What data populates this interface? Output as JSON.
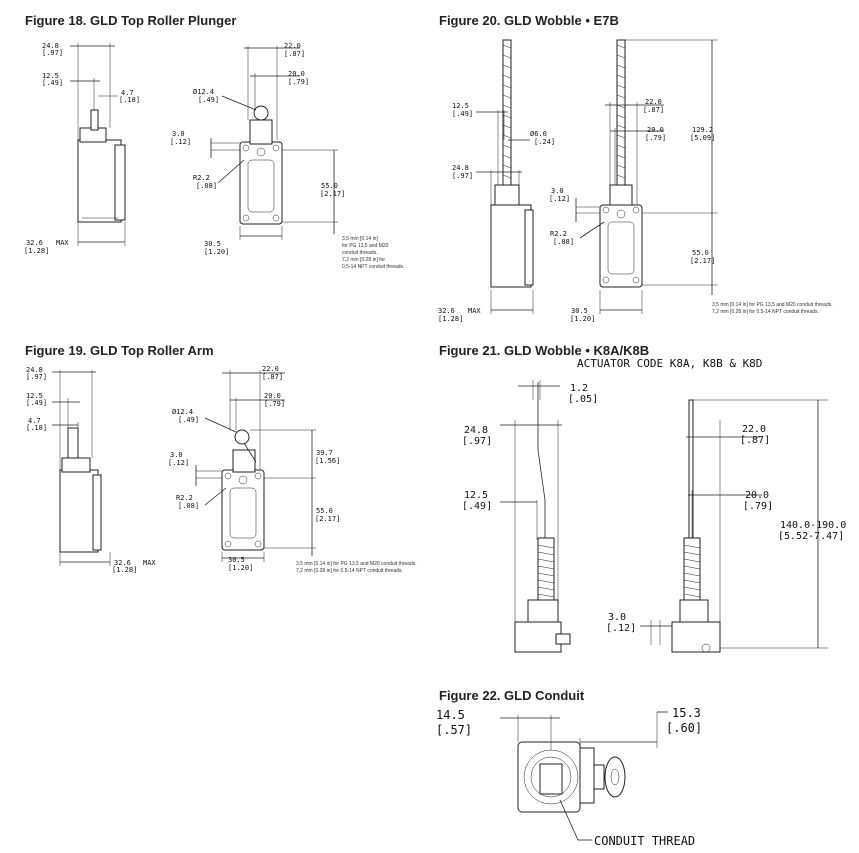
{
  "figures": {
    "fig18": {
      "title": "Figure 18. GLD Top Roller Plunger",
      "dims": {
        "d24": "24.8",
        "d24i": "[.97]",
        "d12": "12.5",
        "d12i": "[.49]",
        "d4": "4.7",
        "d4i": "[.18]",
        "d32": "32.6",
        "d32i": "[1.28]",
        "max": "MAX",
        "d22": "22.0",
        "d22i": "[.87]",
        "d20": "20.0",
        "d20i": "[.79]",
        "dphi": "Ø12.4",
        "dphii": "[.49]",
        "d3": "3.0",
        "d3i": "[.12]",
        "r2": "R2.2",
        "r2i": "[.08]",
        "d55": "55.0",
        "d55i": "[2.17]",
        "d30": "30.5",
        "d30i": "[1.20]"
      },
      "note": [
        "3,5 mm [0.14 in]",
        "for PG 13,5 and M20",
        "conduit threads.",
        "7,2 mm [0.28 in] for",
        "0.5-14 NPT conduit threads."
      ]
    },
    "fig19": {
      "title": "Figure 19. GLD Top Roller Arm",
      "dims": {
        "d24": "24.8",
        "d24i": "[.97]",
        "d12": "12.5",
        "d12i": "[.49]",
        "d4": "4.7",
        "d4i": "[.18]",
        "d32": "32.6",
        "d32i": "[1.28]",
        "max": "MAX",
        "d22": "22.0",
        "d22i": "[.87]",
        "d20": "20.0",
        "d20i": "[.79]",
        "dphi": "Ø12.4",
        "dphii": "[.49]",
        "d3": "3.0",
        "d3i": "[.12]",
        "r2": "R2.2",
        "r2i": "[.08]",
        "d39": "39.7",
        "d39i": "[1.56]",
        "d55": "55.0",
        "d55i": "[2.17]",
        "d30": "30.5",
        "d30i": "[1.20]"
      },
      "note": [
        "3,5 mm [0.14 in] for PG 13,5 and M20 conduit threads.",
        "7,2 mm [0.28 in] for 0.5-14 NPT conduit threads."
      ]
    },
    "fig20": {
      "title": "Figure 20. GLD Wobble •  E7B",
      "dims": {
        "d12": "12.5",
        "d12i": "[.49]",
        "d6": "Ø6.0",
        "d6i": "[.24]",
        "d24": "24.8",
        "d24i": "[.97]",
        "d32": "32.6",
        "d32i": "[1.28]",
        "max": "MAX",
        "d22": "22.0",
        "d22i": "[.87]",
        "d20": "20.0",
        "d20i": "[.79]",
        "d129": "129.2",
        "d129i": "[5.09]",
        "d3": "3.0",
        "d3i": "[.12]",
        "r2": "R2.2",
        "r2i": "[.08]",
        "d55": "55.0",
        "d55i": "[2.17]",
        "d30": "30.5",
        "d30i": "[1.20]"
      },
      "note": [
        "3,5 mm [0.14 in] for PG 13,5 and M20 conduit threads.",
        "7,2 mm [0.28 in] for 0.5-14 NPT conduit threads."
      ]
    },
    "fig21": {
      "title": "Figure 21. GLD Wobble •  K8A/K8B",
      "header_fragment": "ACTUATOR CODE K8A, K8B & K8D",
      "dims": {
        "d1": "1.2",
        "d1i": "[.05]",
        "d24": "24.8",
        "d24i": "[.97]",
        "d12": "12.5",
        "d12i": "[.49]",
        "d22": "22.0",
        "d22i": "[.87]",
        "d20": "20.0",
        "d20i": "[.79]",
        "d140": "140.0-190.0",
        "d140i": "[5.52-7.47]",
        "d3": "3.0",
        "d3i": "[.12]"
      }
    },
    "fig22": {
      "title": "Figure 22. GLD Conduit",
      "dims": {
        "d14": "14.5",
        "d14i": "[.57]",
        "d15": "15.3",
        "d15i": "[.60]",
        "thread": "CONDUIT THREAD"
      }
    }
  }
}
